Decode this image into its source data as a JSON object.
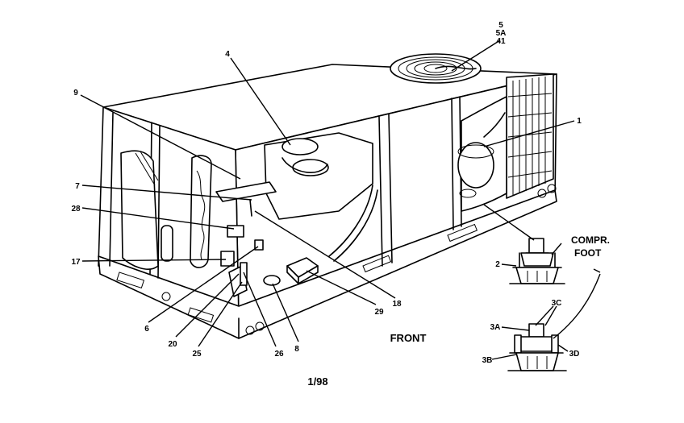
{
  "callouts": {
    "c1": "1",
    "c2": "2",
    "c3a": "3A",
    "c3b": "3B",
    "c3c": "3C",
    "c3d": "3D",
    "c4": "4",
    "c5": "5",
    "c5a": "5A",
    "c41": "41",
    "c6": "6",
    "c7": "7",
    "c8": "8",
    "c9": "9",
    "c17": "17",
    "c18": "18",
    "c20": "20",
    "c25": "25",
    "c26": "26",
    "c28": "28",
    "c29": "29"
  },
  "labels": {
    "compr_line1": "COMPR.",
    "compr_line2": "FOOT",
    "front": "FRONT",
    "date_code": "1/98"
  }
}
